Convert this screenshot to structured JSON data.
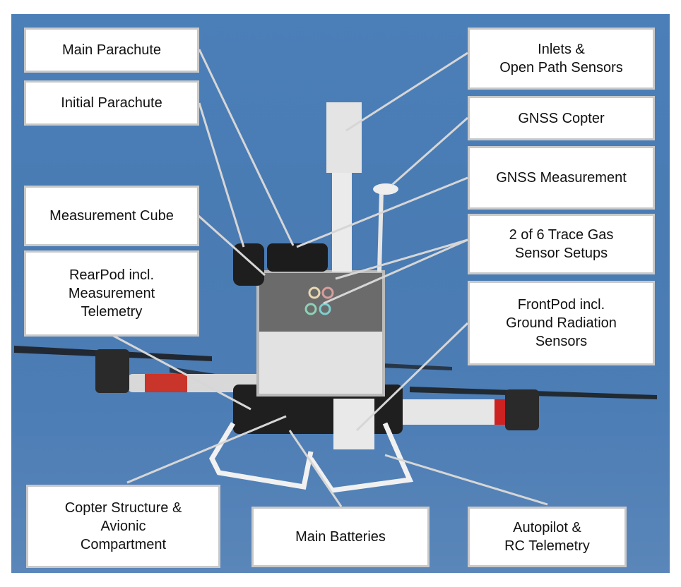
{
  "labels": {
    "main_parachute": "Main Parachute",
    "initial_parachute": "Initial Parachute",
    "measurement_cube": "Measurement Cube",
    "rearpod": "RearPod incl.\nMeasurement\nTelemetry",
    "copter_structure": "Copter Structure &\nAvionic\nCompartment",
    "main_batteries": "Main Batteries",
    "autopilot": "Autopilot &\nRC Telemetry",
    "inlets": "Inlets &\nOpen Path Sensors",
    "gnss_copter": "GNSS Copter",
    "gnss_measurement": "GNSS Measurement",
    "trace_gas": "2 of 6 Trace Gas\nSensor Setups",
    "frontpod": "FrontPod incl.\nGround Radiation\nSensors"
  },
  "colors": {
    "sky": "#4a7bb3",
    "leader_line": "#d6d6d6",
    "box_border": "#c9c9c9"
  }
}
